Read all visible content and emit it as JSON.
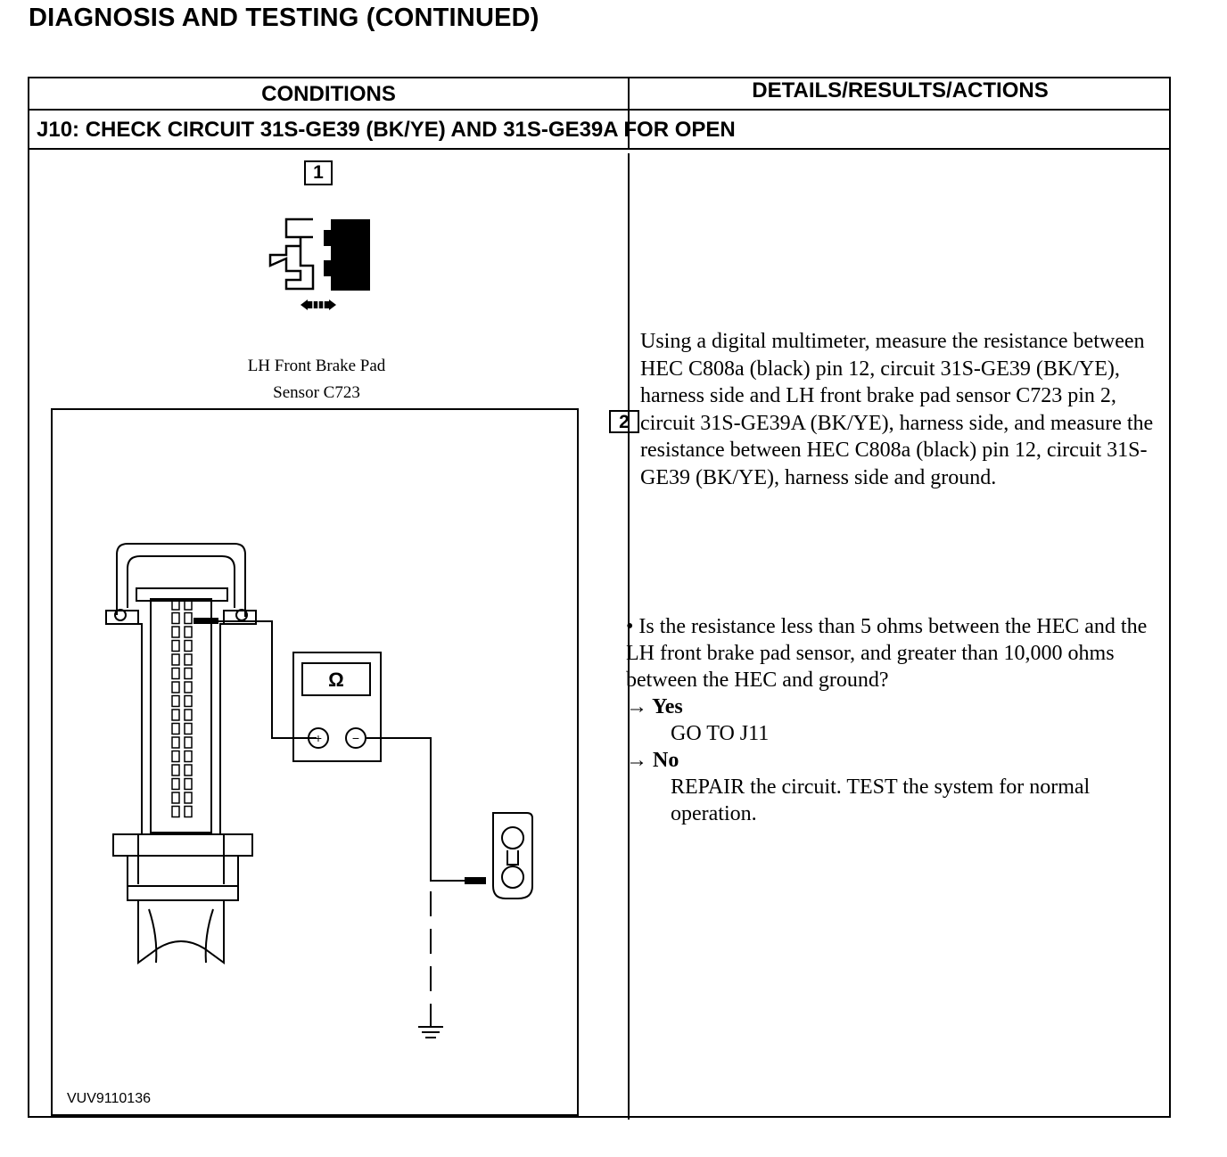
{
  "page_title": "DIAGNOSIS AND TESTING (CONTINUED)",
  "table": {
    "col_conditions": "CONDITIONS",
    "col_details": "DETAILS/RESULTS/ACTIONS",
    "step_title": "J10: CHECK CIRCUIT 31S-GE39 (BK/YE) AND 31S-GE39A FOR OPEN"
  },
  "conditions": {
    "step1_number": "1",
    "connector_caption_line1": "LH Front Brake Pad",
    "connector_caption_line2": "Sensor C723",
    "figure_id": "VUV9110136",
    "meter_symbol": "Ω",
    "meter_plus": "+",
    "meter_minus": "−"
  },
  "details": {
    "step2_number": "2",
    "instruction": "Using a digital multimeter, measure the resistance between HEC C808a (black) pin 12, circuit 31S-GE39 (BK/YE), harness side and LH front brake pad sensor C723 pin 2, circuit 31S-GE39A (BK/YE), harness side, and measure the resistance between HEC C808a (black) pin 12, circuit 31S-GE39 (BK/YE), harness side and ground.",
    "question": "• Is the resistance less than 5 ohms between the HEC and the LH front brake pad sensor, and greater than 10,000 ohms between the HEC and ground?",
    "yes_label": "→ Yes",
    "yes_action": "GO TO J11",
    "no_label": "→ No",
    "no_action": "REPAIR the circuit. TEST the system for normal operation."
  }
}
